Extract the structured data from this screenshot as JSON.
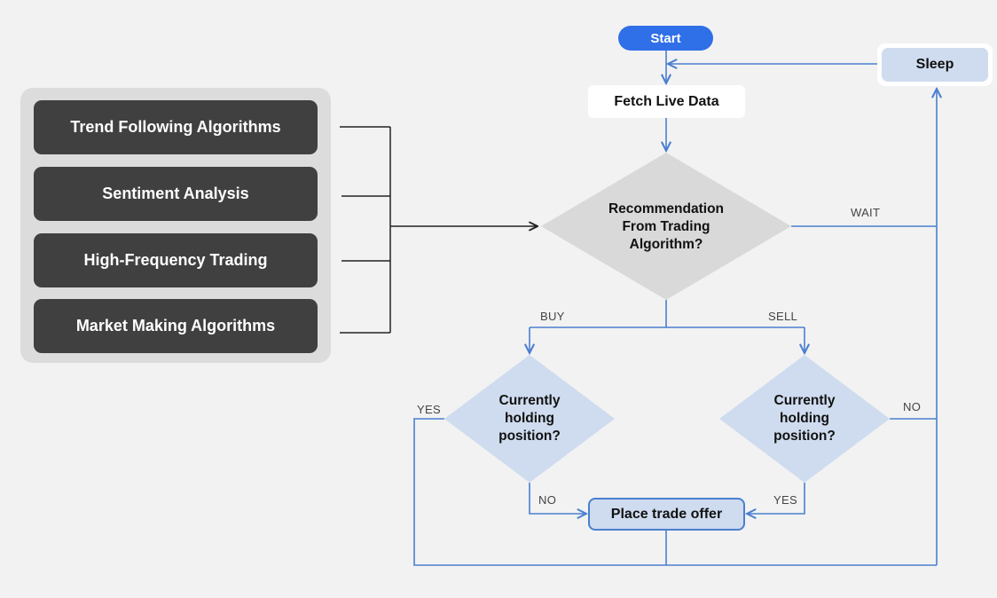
{
  "algorithms": [
    "Trend Following Algorithms",
    "Sentiment Analysis",
    "High-Frequency Trading",
    "Market Making Algorithms"
  ],
  "nodes": {
    "start": "Start",
    "fetch": "Fetch Live Data",
    "sleep": "Sleep",
    "recommendation_line1": "Recommendation",
    "recommendation_line2": "From Trading",
    "recommendation_line3": "Algorithm?",
    "buy_holding_line1": "Currently",
    "buy_holding_line2": "holding",
    "buy_holding_line3": "position?",
    "sell_holding_line1": "Currently",
    "sell_holding_line2": "holding",
    "sell_holding_line3": "position?",
    "trade": "Place trade offer"
  },
  "edge_labels": {
    "wait": "WAIT",
    "buy": "BUY",
    "sell": "SELL",
    "buy_yes": "YES",
    "buy_no": "NO",
    "sell_yes": "YES",
    "sell_no": "NO"
  },
  "colors": {
    "accent": "#2f6fe8",
    "connector": "#4a7fd0",
    "node_fill": "#cfdcef",
    "algo_fill": "#404040",
    "decision_gray": "#d9d9d9"
  }
}
